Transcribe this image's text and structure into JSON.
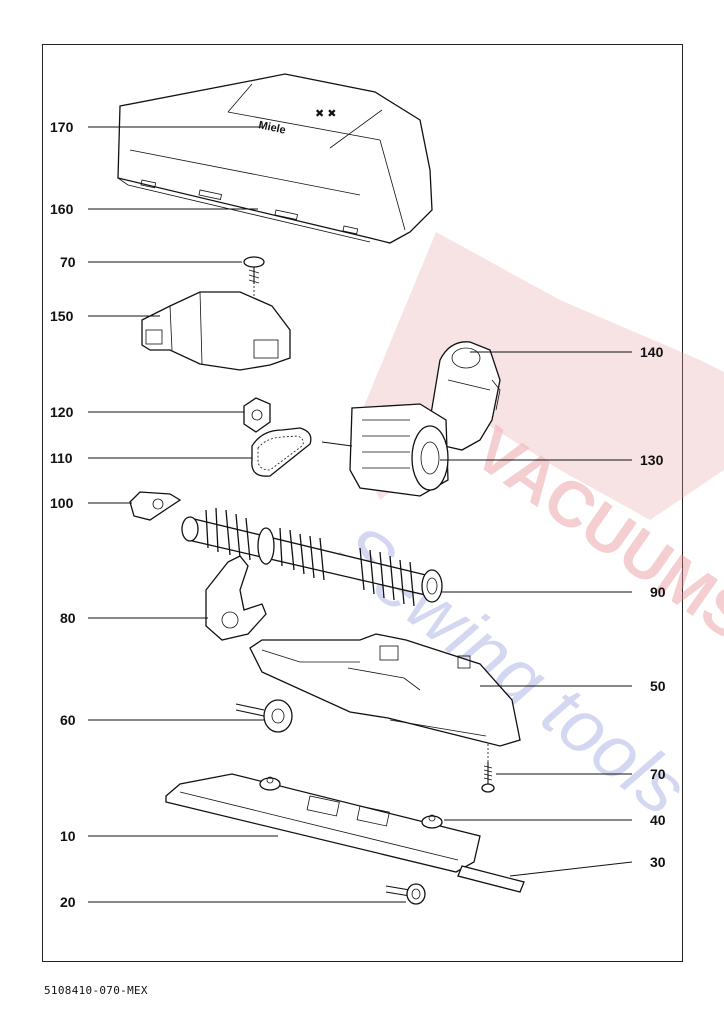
{
  "document_id": "5108410-070-MEX",
  "logo_text": "Miele",
  "watermark": {
    "line1": "VACUUMS",
    "line2": "Sewing tools",
    "color_red": "#e8a6aa",
    "color_blue": "#9fa6dd"
  },
  "callouts": {
    "c170": "170",
    "c160": "160",
    "c70a": "70",
    "c150": "150",
    "c140": "140",
    "c120": "120",
    "c110": "110",
    "c130": "130",
    "c100": "100",
    "c90": "90",
    "c80": "80",
    "c50": "50",
    "c60": "60",
    "c70b": "70",
    "c40": "40",
    "c10": "10",
    "c30": "30",
    "c20": "20"
  }
}
